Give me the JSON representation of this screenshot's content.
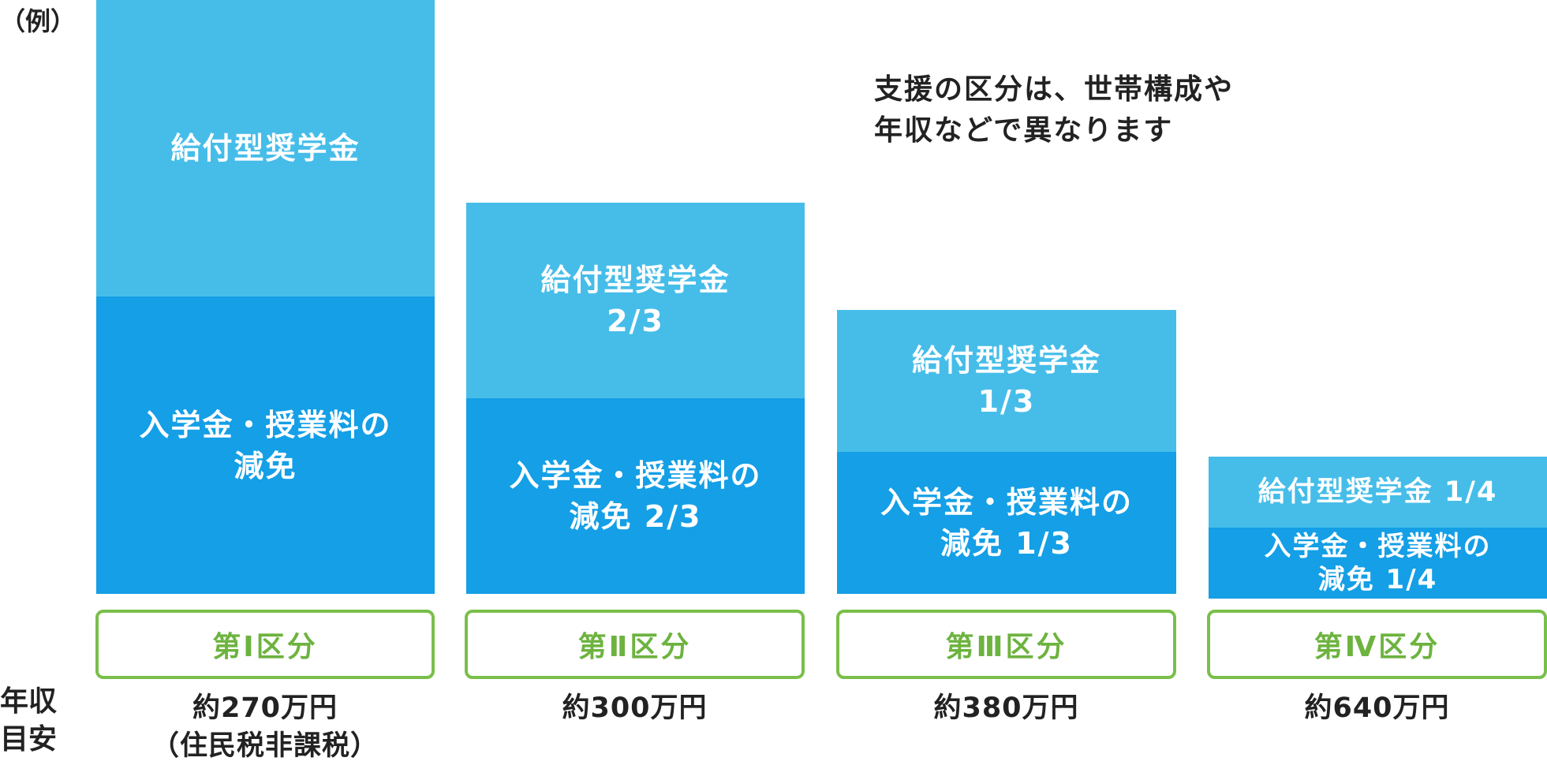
{
  "example_label": "（例）",
  "note": {
    "line1": "支援の区分は、世帯構成や",
    "line2": "年収などで異なります"
  },
  "side_label": {
    "line1": "年収",
    "line2": "目安"
  },
  "columns": [
    {
      "grant": {
        "line1": "給付型奨学金",
        "line2": ""
      },
      "tuition": {
        "line1": "入学金・授業料の",
        "line2": "減免"
      },
      "category": "第Ⅰ区分",
      "income": {
        "line1": "約270万円",
        "line2": "（住民税非課税）"
      },
      "share": "1"
    },
    {
      "grant": {
        "line1": "給付型奨学金",
        "line2": "2/3"
      },
      "tuition": {
        "line1": "入学金・授業料の",
        "line2": "減免 2/3"
      },
      "category": "第Ⅱ区分",
      "income": {
        "line1": "約300万円",
        "line2": ""
      },
      "share": "2/3"
    },
    {
      "grant": {
        "line1": "給付型奨学金",
        "line2": "1/3"
      },
      "tuition": {
        "line1": "入学金・授業料の",
        "line2": "減免 1/3"
      },
      "category": "第Ⅲ区分",
      "income": {
        "line1": "約380万円",
        "line2": ""
      },
      "share": "1/3"
    },
    {
      "grant": {
        "line1": "給付型奨学金 1/4",
        "line2": ""
      },
      "tuition": {
        "line1": "入学金・授業料の",
        "line2": "減免 1/4"
      },
      "category": "第Ⅳ区分",
      "income": {
        "line1": "約640万円",
        "line2": ""
      },
      "share": "1/4"
    }
  ],
  "colors": {
    "grant": "#46bde9",
    "tuition": "#149fe6",
    "category_border": "#79bf4a",
    "category_text": "#6db33f"
  }
}
